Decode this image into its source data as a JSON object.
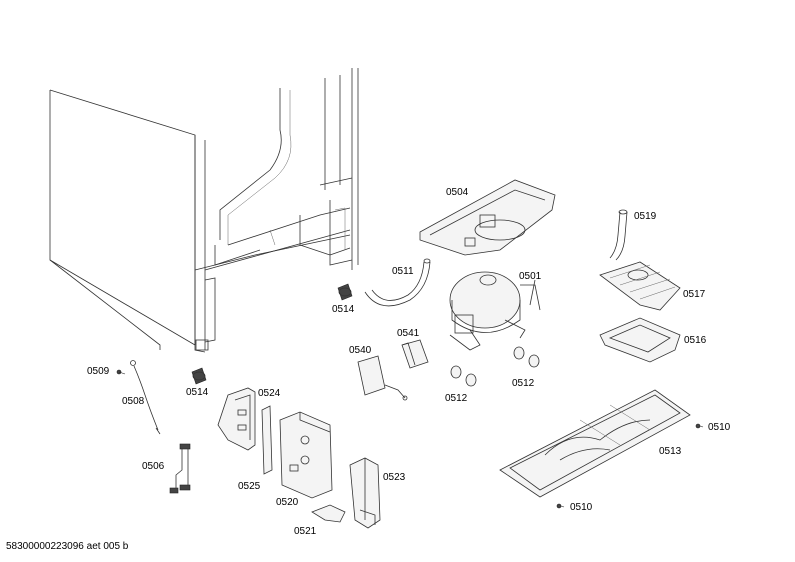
{
  "labels": {
    "p0504": "0504",
    "p0519": "0519",
    "p0511": "0511",
    "p0501": "0501",
    "p0514a": "0514",
    "p0514b": "0514",
    "p0517": "0517",
    "p0541": "0541",
    "p0540": "0540",
    "p0516": "0516",
    "p0509": "0509",
    "p0524": "0524",
    "p0512a": "0512",
    "p0512b": "0512",
    "p0508": "0508",
    "p0510a": "0510",
    "p0510b": "0510",
    "p0513": "0513",
    "p0506": "0506",
    "p0523": "0523",
    "p0525": "0525",
    "p0520": "0520",
    "p0521": "0521"
  },
  "footer": {
    "code": "58300000223096 aet 005 b"
  }
}
